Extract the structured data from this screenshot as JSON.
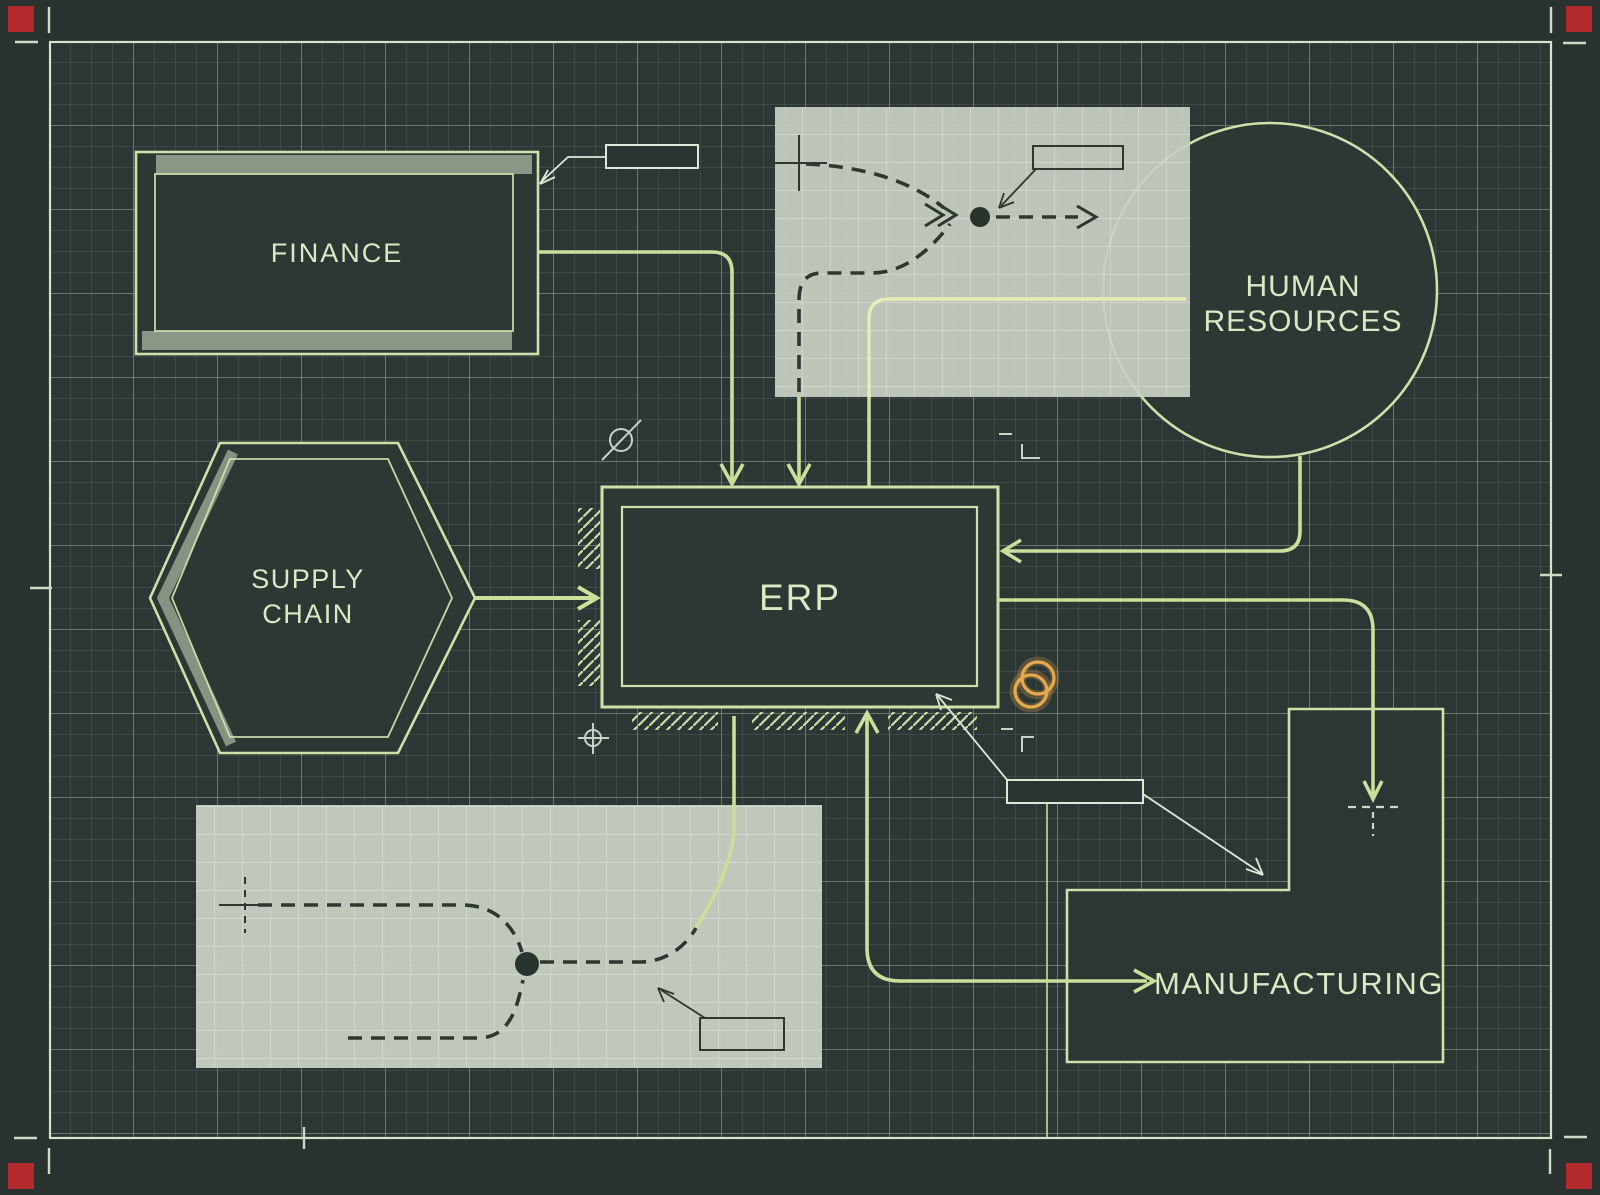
{
  "diagram": {
    "kind": "blueprint-erp-flow",
    "nodes": {
      "finance": {
        "label": "FINANCE"
      },
      "supply_chain": {
        "line1": "SUPPLY",
        "line2": "CHAIN"
      },
      "erp": {
        "label": "ERP"
      },
      "human_resources": {
        "line1": "HUMAN",
        "line2": "RESOURCES"
      },
      "manufacturing": {
        "label": "MANUFACTURING"
      }
    },
    "colors": {
      "background_outer": "#29322f",
      "background_inner": "#2c3634",
      "node_fill": "#2d3835",
      "accent_green": "#cfe0ab",
      "connector_green": "#c9df9b",
      "pale_yellow_line": "#e4edb5",
      "leader_white": "#dfe8d6",
      "panel_fill": "#c8cec0",
      "panel_ink": "#2e3833",
      "orange_marker": "#e7a94d",
      "red_corner_marker": "#b32a2c",
      "text": "#d8e9c3"
    }
  }
}
